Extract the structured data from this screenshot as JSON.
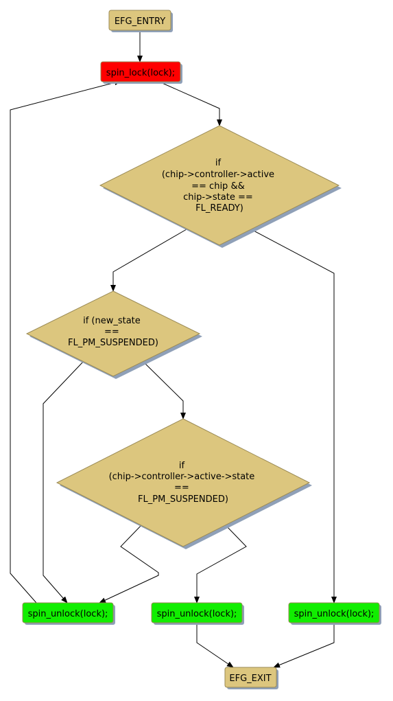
{
  "colors": {
    "node_default": "#dcc67e",
    "node_lock": "#ff0000",
    "node_unlock": "#11ee00",
    "border": "#9a8a55",
    "shadow": "#8fa0b8",
    "edge": "#000000"
  },
  "nodes": {
    "entry": {
      "lines": [
        "EFG_ENTRY"
      ]
    },
    "lock": {
      "lines": [
        "spin_lock(lock);"
      ]
    },
    "cond_active": {
      "lines": [
        "if",
        "(chip->controller->active",
        "== chip &&",
        "chip->state ==",
        "FL_READY)"
      ]
    },
    "cond_new_state": {
      "lines": [
        "if (new_state",
        "==",
        "FL_PM_SUSPENDED)"
      ]
    },
    "cond_active_state": {
      "lines": [
        "if",
        "(chip->controller->active->state",
        "==",
        "FL_PM_SUSPENDED)"
      ]
    },
    "unlock_left": {
      "lines": [
        "spin_unlock(lock);"
      ]
    },
    "unlock_mid": {
      "lines": [
        "spin_unlock(lock);"
      ]
    },
    "unlock_right": {
      "lines": [
        "spin_unlock(lock);"
      ]
    },
    "exit": {
      "lines": [
        "EFG_EXIT"
      ]
    }
  }
}
